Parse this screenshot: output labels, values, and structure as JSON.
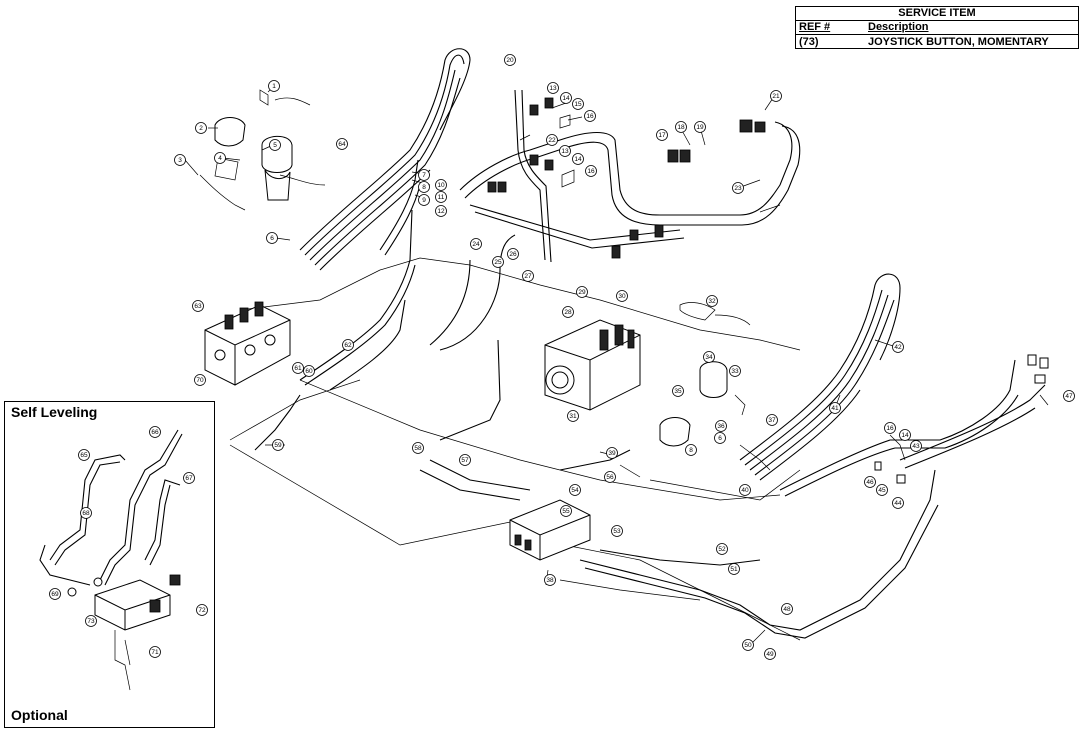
{
  "service_table": {
    "header": "SERVICE ITEM",
    "col_ref": "REF #",
    "col_desc": "Description",
    "rows": [
      {
        "ref": "(73)",
        "desc": "JOYSTICK BUTTON, MOMENTARY"
      }
    ]
  },
  "inset": {
    "title": "Self Leveling",
    "footer": "Optional"
  },
  "callouts_main": [
    "1",
    "2",
    "3",
    "4",
    "5",
    "6",
    "7",
    "8",
    "9",
    "10",
    "11",
    "12",
    "13",
    "14",
    "15",
    "16",
    "17",
    "18",
    "19",
    "20",
    "21",
    "22",
    "23",
    "24",
    "25",
    "26",
    "27",
    "28",
    "29",
    "30",
    "31",
    "32",
    "33",
    "34",
    "35",
    "36",
    "37",
    "38",
    "39",
    "40",
    "41",
    "42",
    "43",
    "44",
    "45",
    "46",
    "47",
    "48",
    "49",
    "50",
    "51",
    "52",
    "53",
    "54",
    "55",
    "56",
    "57",
    "58",
    "59",
    "60",
    "61",
    "62",
    "63",
    "64",
    "65",
    "66",
    "67",
    "68",
    "69",
    "70",
    "71",
    "72",
    "73"
  ]
}
